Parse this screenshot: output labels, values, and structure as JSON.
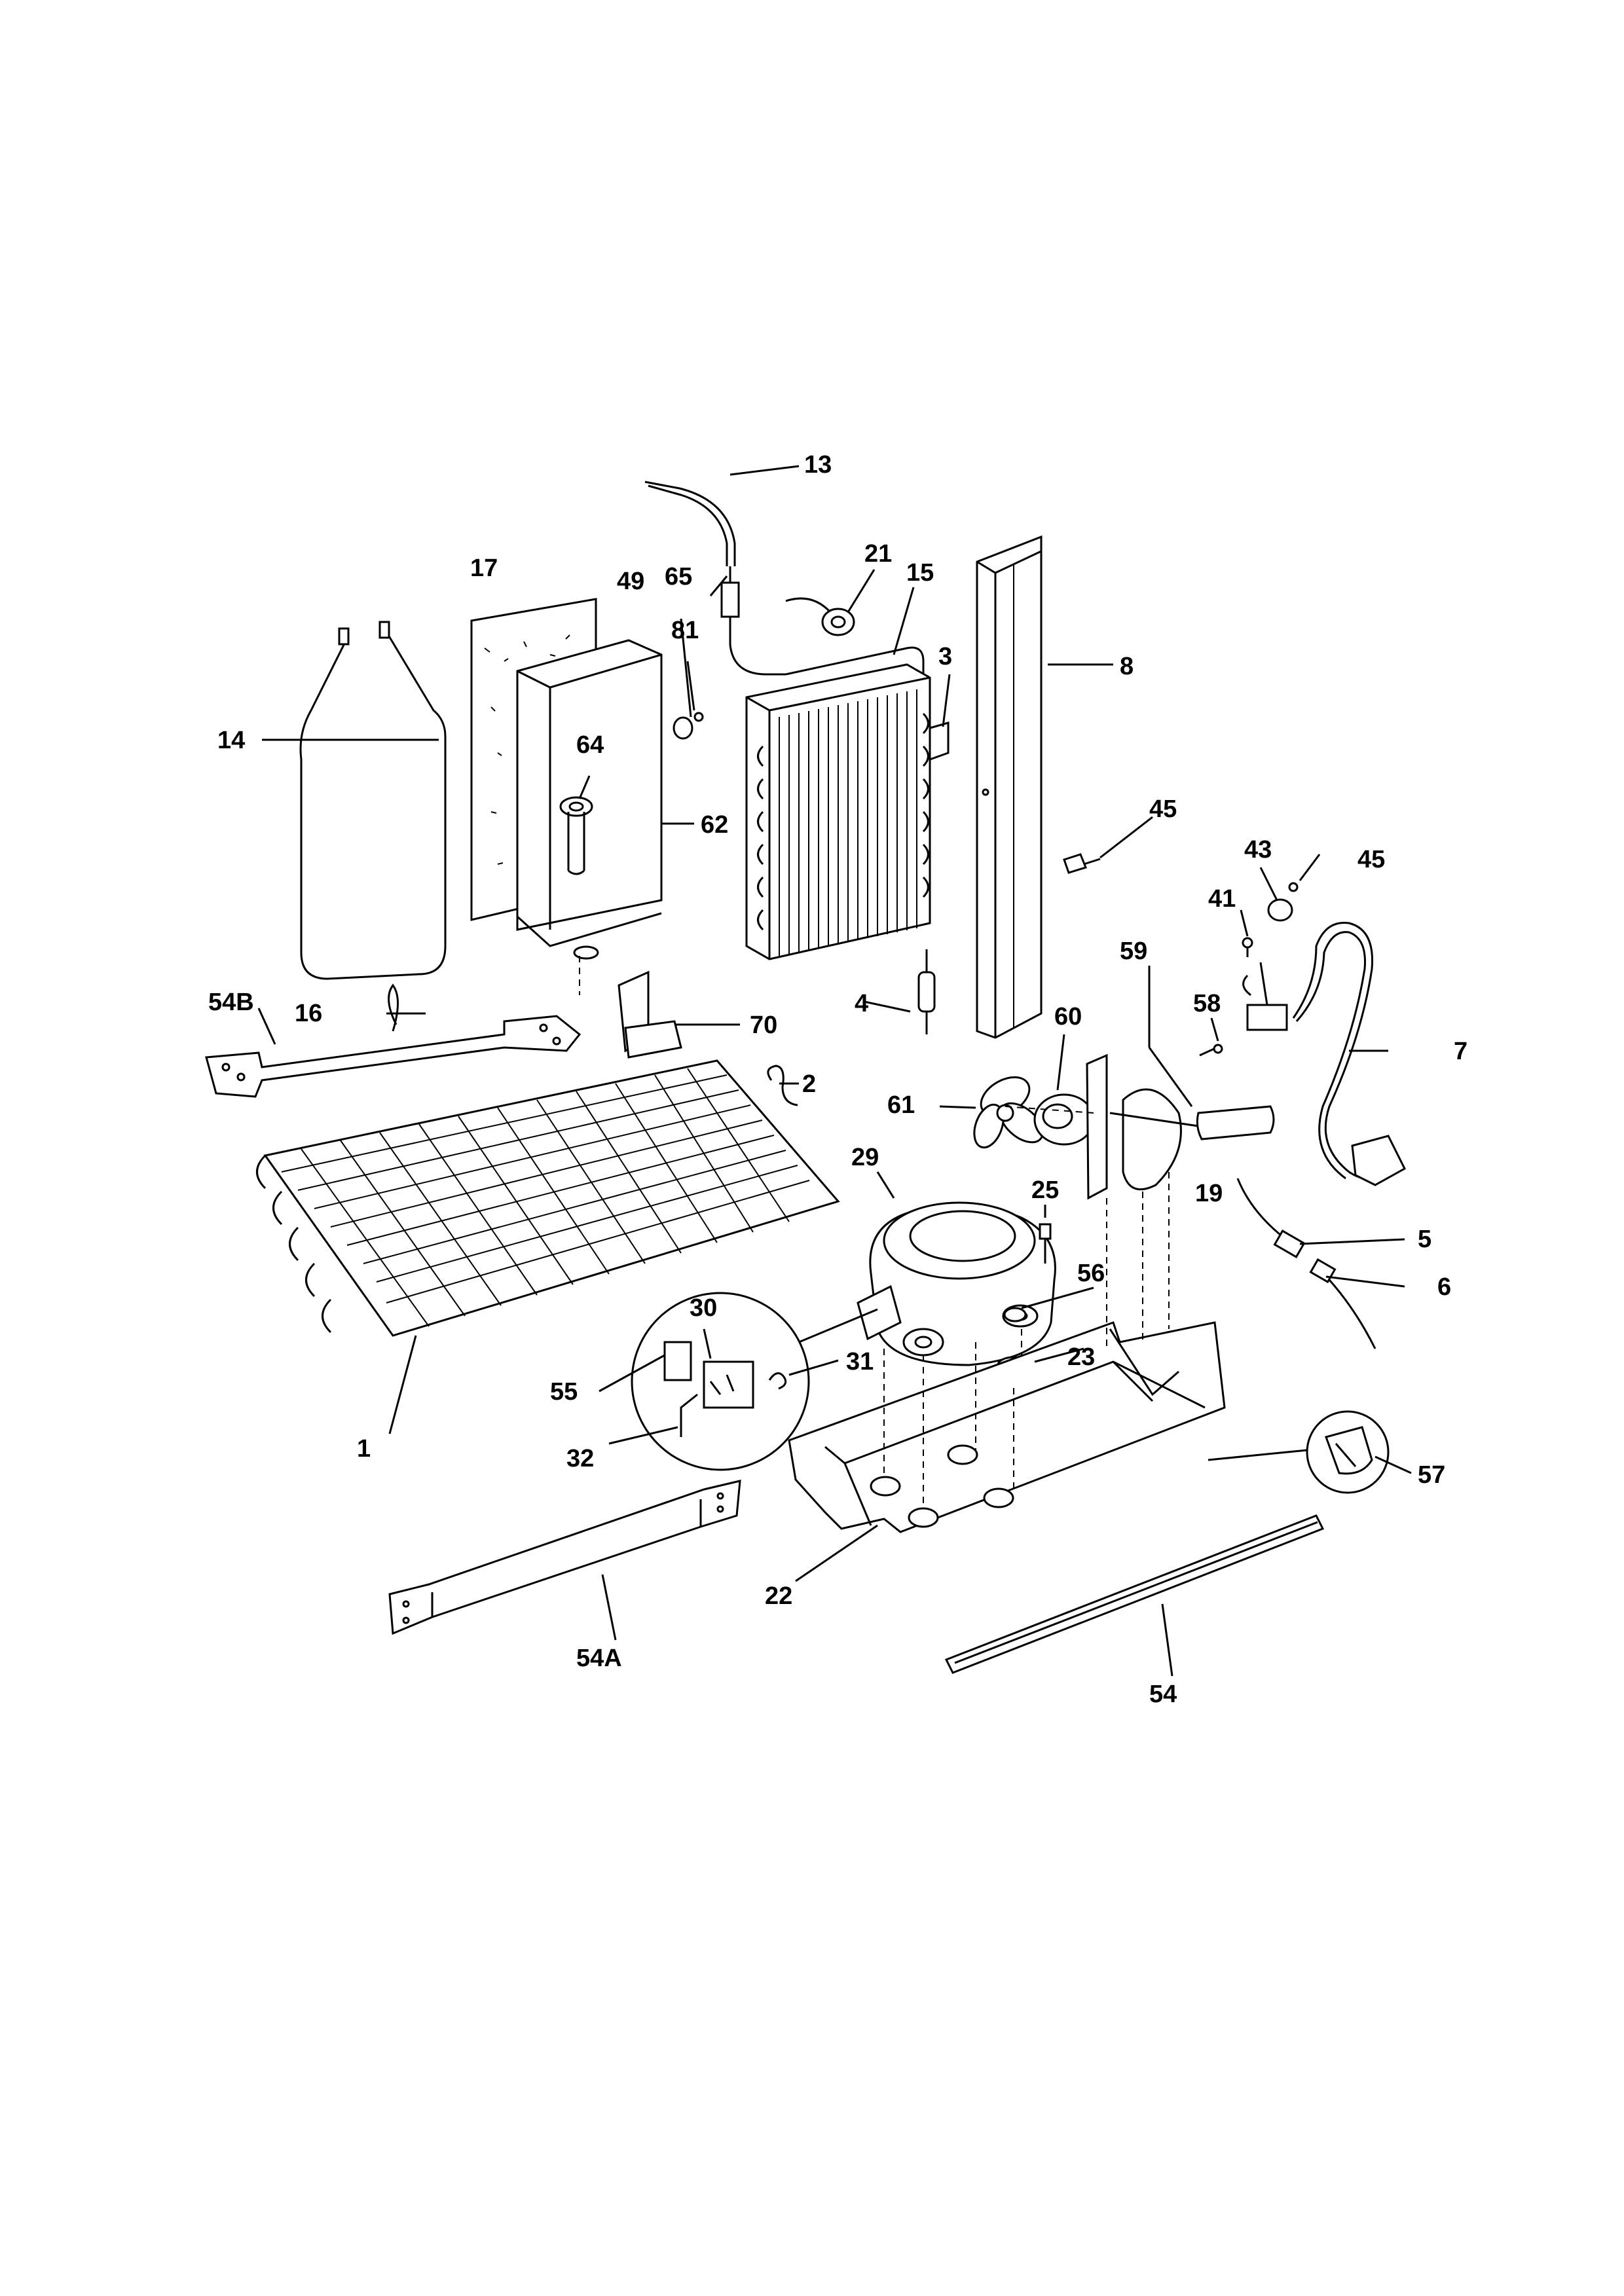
{
  "diagram": {
    "callouts": {
      "c1": "1",
      "c2": "2",
      "c3": "3",
      "c4": "4",
      "c5": "5",
      "c6": "6",
      "c7": "7",
      "c8": "8",
      "c13": "13",
      "c14": "14",
      "c15": "15",
      "c16": "16",
      "c17": "17",
      "c19": "19",
      "c21": "21",
      "c22": "22",
      "c23": "23",
      "c25": "25",
      "c29": "29",
      "c30": "30",
      "c31": "31",
      "c32": "32",
      "c41": "41",
      "c43": "43",
      "c45a": "45",
      "c45b": "45",
      "c49": "49",
      "c54": "54",
      "c54a": "54A",
      "c54b": "54B",
      "c55": "55",
      "c56": "56",
      "c57": "57",
      "c58": "58",
      "c59": "59",
      "c60": "60",
      "c61": "61",
      "c62": "62",
      "c64": "64",
      "c65": "65",
      "c70": "70",
      "c81": "81"
    }
  }
}
